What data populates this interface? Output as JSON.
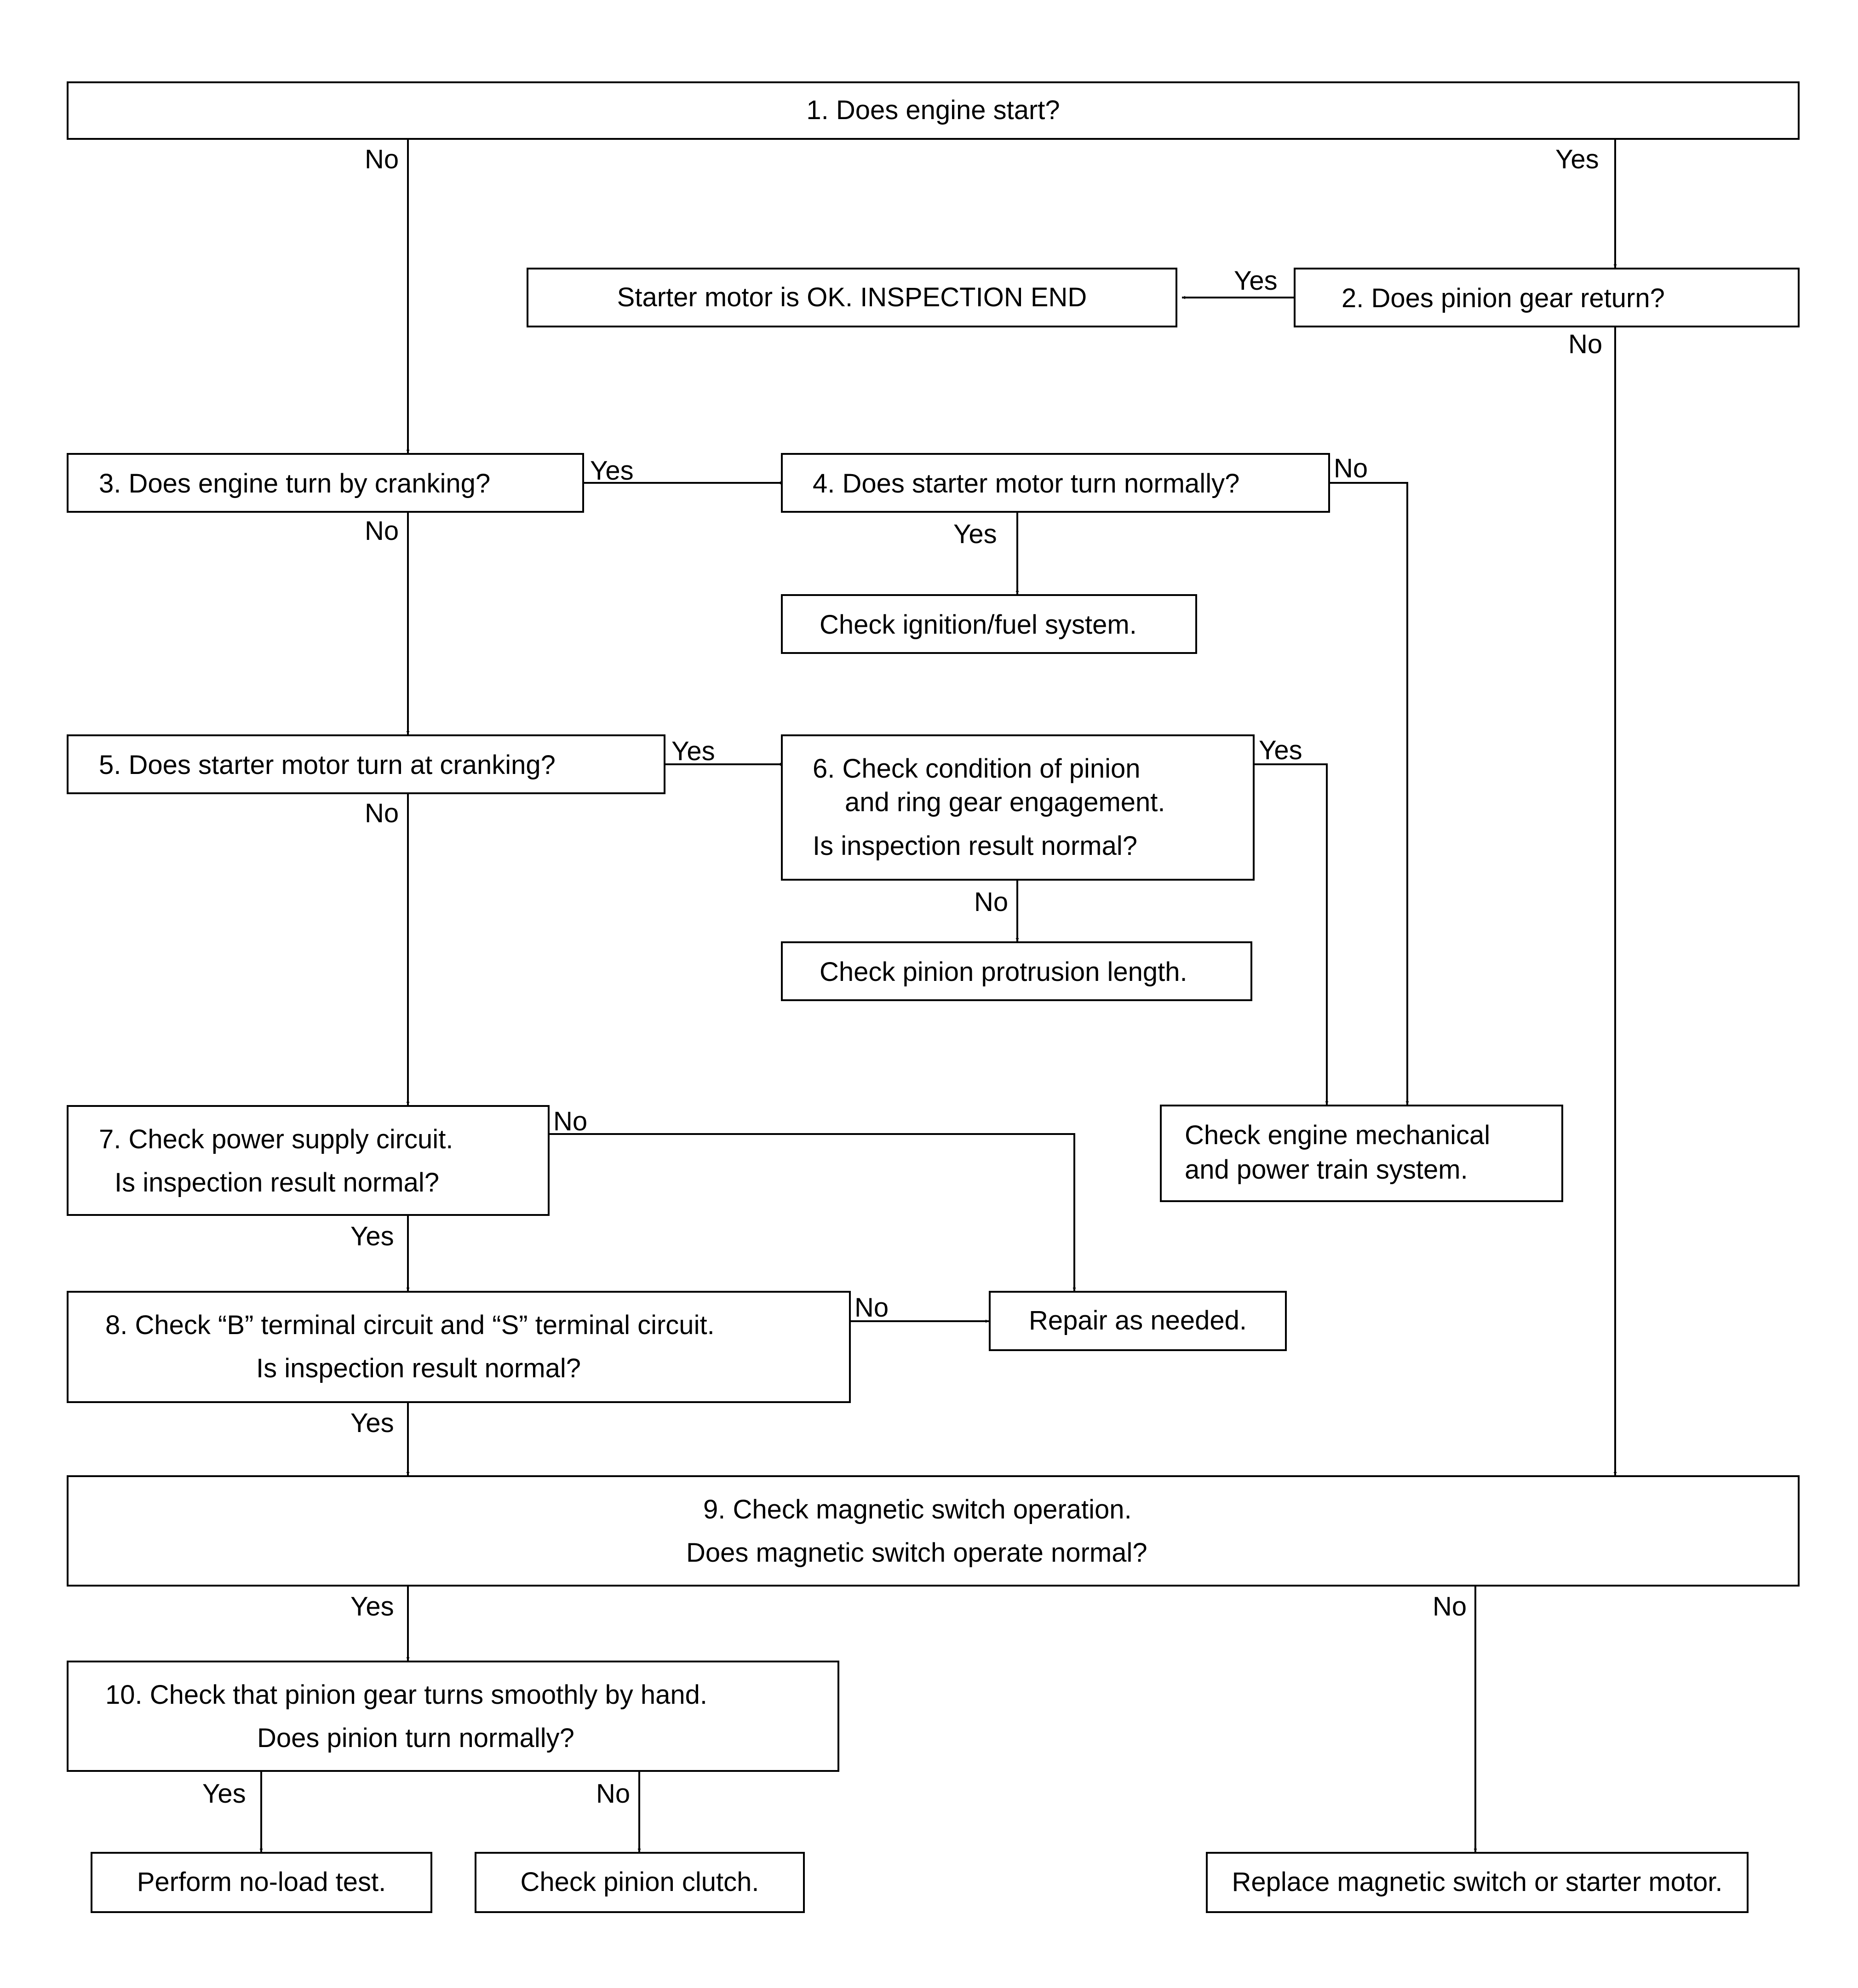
{
  "nodes": {
    "n1": "1. Does engine start?",
    "n2": "2. Does pinion gear return?",
    "ok": "Starter motor is OK. INSPECTION END",
    "n3": "3. Does engine turn by cranking?",
    "n4": "4. Does starter motor turn normally?",
    "ign": "Check ignition/fuel system.",
    "n5": "5. Does starter motor turn at cranking?",
    "n6_l1": "6. Check condition of pinion",
    "n6_l2": "and ring gear engagement.",
    "n6_l3": "Is inspection result normal?",
    "prot": "Check pinion protrusion length.",
    "mech_l1": "Check engine mechanical",
    "mech_l2": "and power train system.",
    "n7_l1": "7. Check power supply circuit.",
    "n7_l2": "Is inspection result normal?",
    "n8_l1": "8. Check “B” terminal circuit and “S” terminal circuit.",
    "n8_l2": "Is inspection result normal?",
    "repair": "Repair as needed.",
    "n9_l1": "9. Check magnetic switch operation.",
    "n9_l2": "Does magnetic switch operate normal?",
    "n10_l1": "10. Check that pinion gear turns smoothly by hand.",
    "n10_l2": "Does pinion turn normally?",
    "noload": "Perform no-load test.",
    "clutch": "Check pinion clutch.",
    "replace": "Replace magnetic switch or starter motor."
  },
  "edge_labels": {
    "n1_no": "No",
    "n1_yes": "Yes",
    "n2_yes": "Yes",
    "n2_no": "No",
    "n3_yes": "Yes",
    "n3_no": "No",
    "n4_no": "No",
    "n4_yes": "Yes",
    "n5_yes": "Yes",
    "n5_no": "No",
    "n6_yes": "Yes",
    "n6_no": "No",
    "n7_no": "No",
    "n7_yes": "Yes",
    "n8_no": "No",
    "n8_yes": "Yes",
    "n9_yes": "Yes",
    "n9_no": "No",
    "n10_yes": "Yes",
    "n10_no": "No"
  }
}
